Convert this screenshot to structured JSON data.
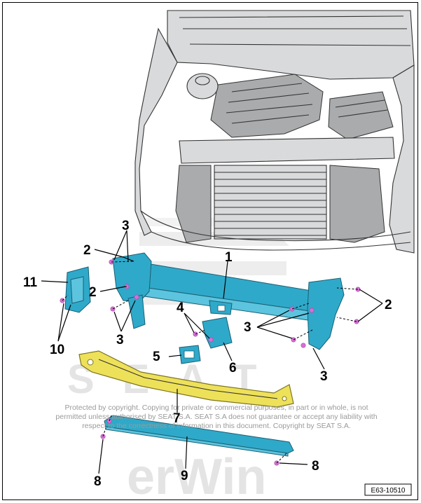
{
  "figure": {
    "id_label": "E63-10510",
    "copyright_notice": [
      "Protected by copyright. Copying for private or commercial purposes, in part or in whole, is not",
      "permitted unless authorised by SEAT S.A. SEAT S.A does not guarantee or accept any liability with",
      "respect to the correctness of information in this document. Copyright by SEAT S.A."
    ],
    "watermark_brand": "SEAT",
    "watermark_app": "erWin"
  },
  "callouts": {
    "c1": "1",
    "c2a": "2",
    "c2b": "2",
    "c2c": "2",
    "c3a": "3",
    "c3b": "3",
    "c3c": "3",
    "c3d": "3",
    "c4": "4",
    "c5": "5",
    "c6": "6",
    "c7": "7",
    "c8a": "8",
    "c8b": "8",
    "c9": "9",
    "c10": "10",
    "c11": "11"
  },
  "colors": {
    "carrier": "#2fa9c9",
    "impact_absorber": "#eee15a",
    "fasteners": "#d76fd6"
  }
}
